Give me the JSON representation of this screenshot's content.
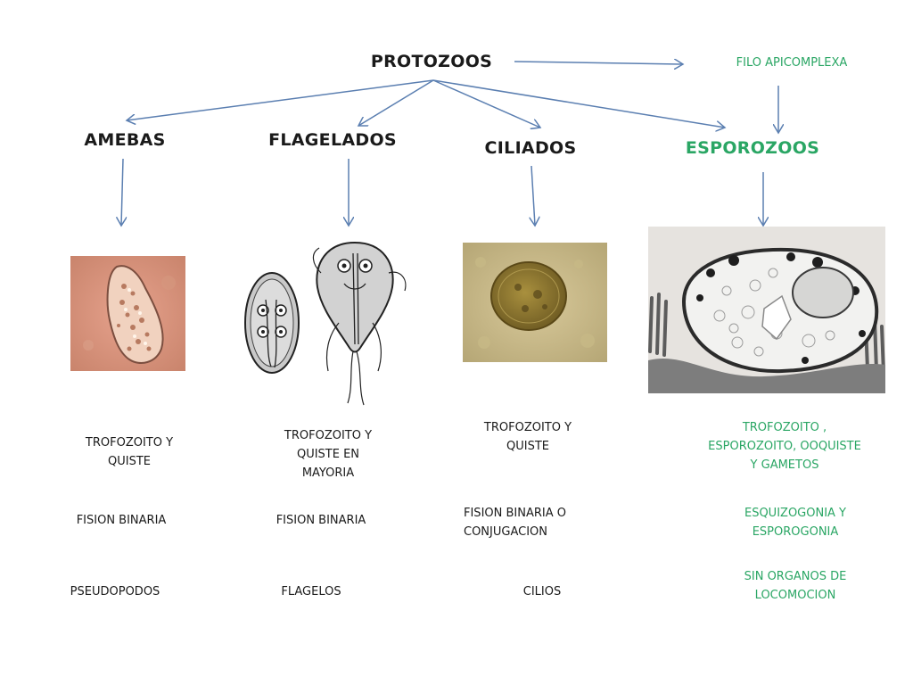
{
  "root": "PROTOZOOS",
  "phylum": "FILO APICOMPLEXA",
  "groups": [
    {
      "name": "AMEBAS",
      "stages": "TROFOZOITO Y\nQUISTE",
      "reproduction": "FISION BINARIA",
      "locomotion": "PSEUDOPODOS"
    },
    {
      "name": "FLAGELADOS",
      "stages": "TROFOZOITO Y\nQUISTE EN\nMAYORIA",
      "reproduction": "FISION BINARIA",
      "locomotion": "FLAGELOS"
    },
    {
      "name": "CILIADOS",
      "stages": "TROFOZOITO Y\nQUISTE",
      "reproduction": "FISION BINARIA O\nCONJUGACION",
      "locomotion": "CILIOS"
    },
    {
      "name": "ESPOROZOOS",
      "stages": "TROFOZOITO ,\nESPOROZOITO,  OOQUISTE\nY GAMETOS",
      "reproduction": "ESQUIZOGONIA Y\nESPOROGONIA",
      "locomotion": "SIN ORGANOS DE\nLOCOMOCION"
    }
  ],
  "colors": {
    "arrow": "#5b7fb1",
    "highlight": "#2aa664",
    "text": "#1a1a1a"
  },
  "icons": {
    "amoeba": "amoeba-micrograph",
    "flagellate": "giardia-drawing",
    "ciliate": "ciliate-micrograph",
    "sporozoan": "sporozoan-micrograph"
  }
}
